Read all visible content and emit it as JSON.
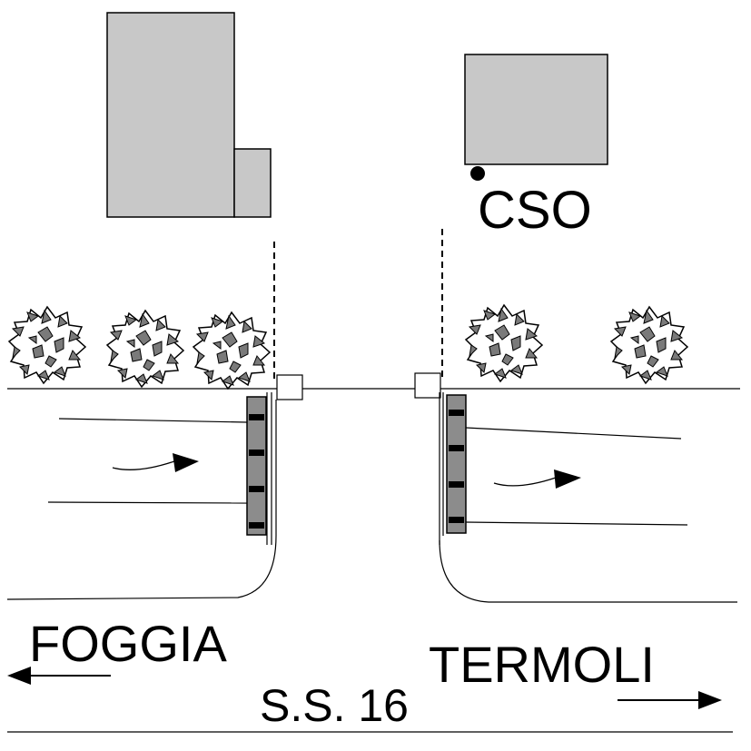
{
  "labels": {
    "cso": "CSO",
    "west": "FOGGIA",
    "east": "TERMOLI",
    "road": "S.S. 16"
  },
  "colors": {
    "building": "#c8c8c8",
    "stroke": "#000000",
    "tree": "#7a7a7a",
    "grate": "#8c8c8c"
  },
  "icons": {
    "tree": "tree-icon",
    "west_arrow": "arrow-left-icon",
    "east_arrow": "arrow-right-icon",
    "flow": "flow-arrow-icon",
    "cso_marker": "dot-marker-icon"
  }
}
